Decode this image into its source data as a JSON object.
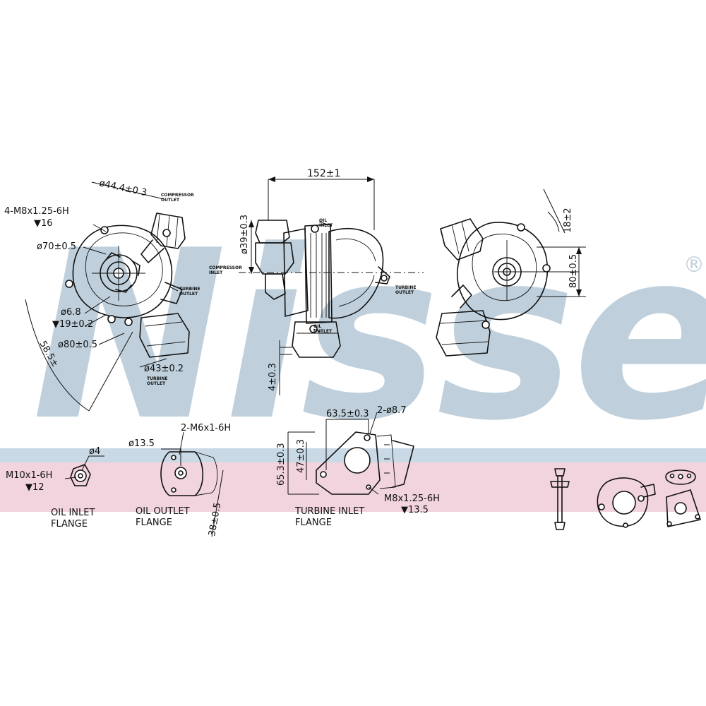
{
  "brand": {
    "watermark": "Nissens",
    "registered_mark": "®",
    "watermark_color": "#bfd0dc",
    "band_blue": "#c9d9e6",
    "band_pink": "#f2d4de"
  },
  "views": {
    "compressor_side": {
      "thread": "4-M8x1.25-6H",
      "thread_depth": "▼16",
      "dia_outer": "ø44.4±0.3",
      "dia_70": "ø70±0.5",
      "dia_6_8": "ø6.8",
      "depth_19": "▼19±0.2",
      "dia_80": "ø80±0.5",
      "radius": "58.5±",
      "dia_43": "ø43±0.2",
      "compressor_outlet": [
        "COMPRESSOR",
        "OUTLET"
      ],
      "turbine_outlet": [
        "TURBINE",
        "OUTLET"
      ],
      "turbine_outlet_2": [
        "TURBINE",
        "OUTLET"
      ]
    },
    "side": {
      "length": "152±1",
      "dia_39": "ø39±0.3",
      "oil_inlet": [
        "OIL",
        "INLET"
      ],
      "compressor_inlet": [
        "COMPRESSOR",
        "INLET"
      ],
      "turbine_outlet": [
        "TURBINE",
        "OUTLET"
      ],
      "oil_outlet": [
        "OIL",
        "OUTLET"
      ],
      "offset_4": "4±0.3"
    },
    "turbine_side": {
      "angle": "18±2",
      "height_80": "80±0.5"
    }
  },
  "flanges": {
    "oil_inlet": {
      "title": [
        "OIL INLET",
        "FLANGE"
      ],
      "dia": "ø4",
      "thread": "M10x1-6H",
      "depth": "▼12"
    },
    "oil_outlet": {
      "title": [
        "OIL OUTLET",
        "FLANGE"
      ],
      "dia": "ø13.5",
      "thread": "2-M6x1-6H",
      "length": "38±0.5"
    },
    "turbine_inlet": {
      "title": [
        "TURBINE INLET",
        "FLANGE"
      ],
      "width": "63.5±0.3",
      "holes": "2-ø8.7",
      "height_65": "65.3±0.3",
      "height_47": "47±0.3",
      "thread": "M8x1.25-6H",
      "depth": "▼13.5"
    }
  }
}
